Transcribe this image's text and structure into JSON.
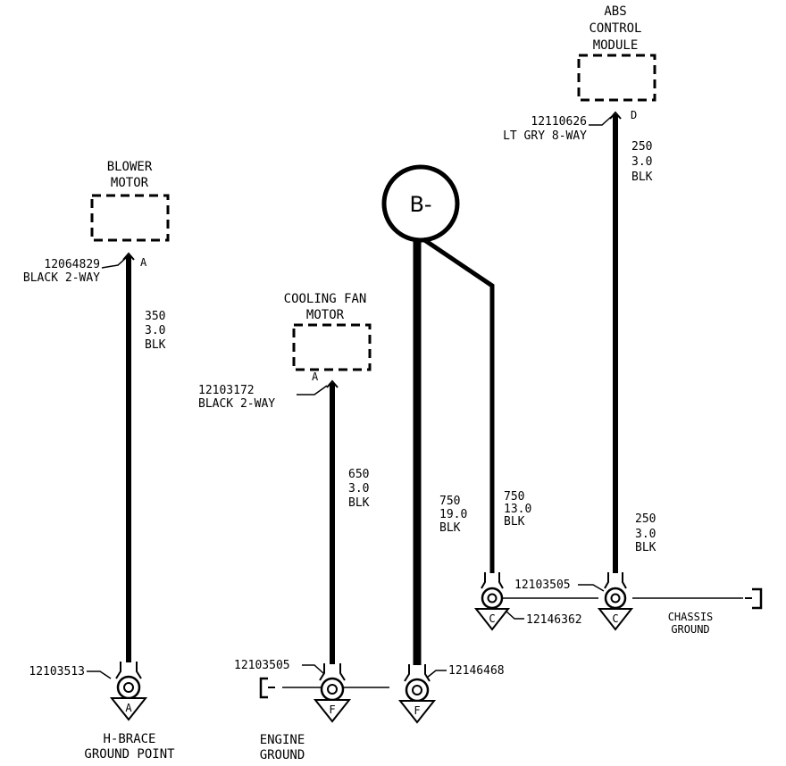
{
  "components": {
    "blower_motor": {
      "line1": "BLOWER",
      "line2": "MOTOR",
      "pin": "A",
      "part": "12064829",
      "connector": "BLACK 2-WAY"
    },
    "cooling_fan_motor": {
      "line1": "COOLING FAN",
      "line2": "MOTOR",
      "pin": "A",
      "part": "12103172",
      "connector": "BLACK 2-WAY"
    },
    "abs_control_module": {
      "line1": "ABS",
      "line2": "CONTROL",
      "line3": "MODULE",
      "pin": "D",
      "part": "12110626",
      "connector": "LT GRY  8-WAY"
    },
    "battery_negative": {
      "label": "B-"
    }
  },
  "wires": {
    "blower": {
      "circuit": "350",
      "gauge": "3.0",
      "color": "BLK"
    },
    "fan": {
      "circuit": "650",
      "gauge": "3.0",
      "color": "BLK"
    },
    "battery_main": {
      "circuit": "750",
      "gauge": "19.0",
      "color": "BLK"
    },
    "battery_branch": {
      "circuit": "750",
      "gauge": "13.0",
      "color": "BLK"
    },
    "abs_upper": {
      "circuit": "250",
      "gauge": "3.0",
      "color": "BLK"
    },
    "abs_lower": {
      "circuit": "250",
      "gauge": "3.0",
      "color": "BLK"
    }
  },
  "grounds": {
    "h_brace": {
      "terminal_part": "12103513",
      "letter": "A",
      "line1": "H-BRACE",
      "line2": "GROUND POINT"
    },
    "engine": {
      "terminal_part": "12103505",
      "letter": "F",
      "line1": "ENGINE",
      "line2": "GROUND"
    },
    "battery_engine": {
      "terminal_part": "12146468",
      "letter": "F"
    },
    "chassis_branch": {
      "terminal_part": "12146362",
      "letter": "C"
    },
    "chassis_abs": {
      "terminal_part": "12103505",
      "letter": "C"
    },
    "chassis": {
      "line1": "CHASSIS",
      "line2": "GROUND"
    }
  }
}
